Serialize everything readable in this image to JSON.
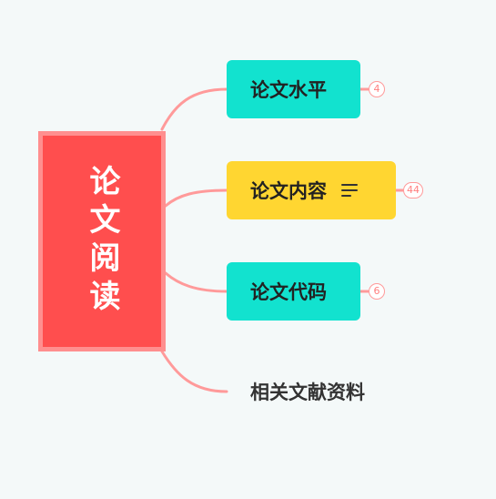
{
  "root": {
    "label": "论文阅读"
  },
  "branches": [
    {
      "label": "论文水平",
      "count": "4"
    },
    {
      "label": "论文内容",
      "count": "44",
      "icon": "notes-icon"
    },
    {
      "label": "论文代码",
      "count": "6"
    },
    {
      "label": "相关文献资料"
    }
  ],
  "colors": {
    "root_fill": "#ff4e4e",
    "root_border": "#ff8f8f",
    "connector": "#ff9a9a",
    "teal_node": "#12e2cf",
    "yellow_node": "#ffd631",
    "background": "#f4f9f9"
  }
}
